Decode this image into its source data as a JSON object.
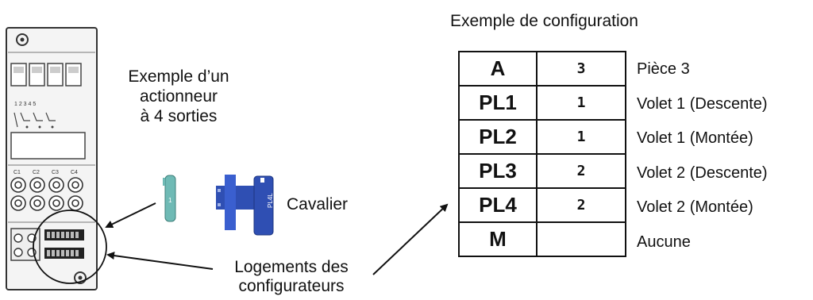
{
  "actuator_caption": {
    "line1": "Exemple d’un",
    "line2": "actionneur",
    "line3": "à 4 sorties"
  },
  "jumper_label": "Cavalier",
  "slots_caption": {
    "line1": "Logements des",
    "line2": "configurateurs"
  },
  "config_title": "Exemple de configuration",
  "config_rows": [
    {
      "code": "A",
      "value": "3",
      "desc": "Pièce 3"
    },
    {
      "code": "PL1",
      "value": "1",
      "desc": "Volet 1 (Descente)"
    },
    {
      "code": "PL2",
      "value": "1",
      "desc": "Volet 1 (Montée)"
    },
    {
      "code": "PL3",
      "value": "2",
      "desc": "Volet 2 (Descente)"
    },
    {
      "code": "PL4",
      "value": "2",
      "desc": "Volet 2 (Montée)"
    },
    {
      "code": "M",
      "value": "",
      "desc": "Aucune"
    }
  ],
  "device_labels": {
    "top": "1 2 3 4 5",
    "channels": [
      "C1",
      "C2",
      "C3",
      "C4"
    ]
  },
  "configurator_labels": {
    "single": "1",
    "jumper": "PL4L"
  },
  "colors": {
    "configurator_body": "#6fbab5",
    "jumper_body": "#2f4fb3",
    "ink": "#111111"
  }
}
